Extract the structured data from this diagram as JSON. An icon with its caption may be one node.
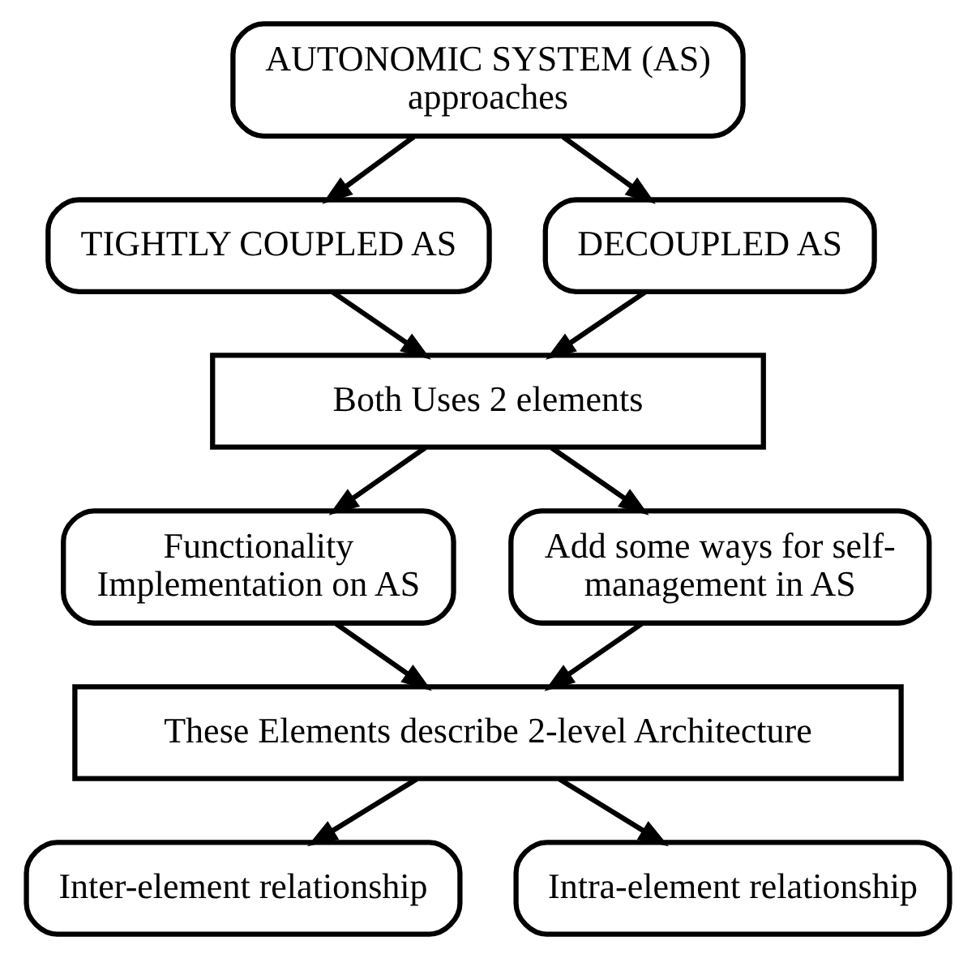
{
  "diagram": {
    "nodes": [
      {
        "text": [
          "AUTONOMIC SYSTEM (AS) approaches"
        ]
      },
      {
        "text": [
          "TIGHTLY COUPLED AS"
        ]
      },
      {
        "text": [
          "DECOUPLED AS"
        ]
      },
      {
        "text": [
          "Both Uses 2 elements"
        ]
      },
      {
        "text": [
          "Functionality Implementation on AS"
        ]
      },
      {
        "text": [
          "Add some ways for self-management in AS"
        ]
      },
      {
        "text": [
          "These Elements describe 2-level Architecture"
        ]
      },
      {
        "text": [
          "Inter-element relationship"
        ]
      },
      {
        "text": [
          "Intra-element relationship"
        ]
      }
    ],
    "edges": [
      {
        "from": 0,
        "to": 1,
        "arrow": "to"
      },
      {
        "from": 0,
        "to": 2,
        "arrow": "to"
      },
      {
        "from": 1,
        "to": 3,
        "arrow": "to"
      },
      {
        "from": 2,
        "to": 3,
        "arrow": "to"
      },
      {
        "from": 3,
        "to": 4,
        "arrow": "to"
      },
      {
        "from": 3,
        "to": 5,
        "arrow": "to"
      },
      {
        "from": 4,
        "to": 6,
        "arrow": "to"
      },
      {
        "from": 5,
        "to": 6,
        "arrow": "to"
      },
      {
        "from": 6,
        "to": 7,
        "arrow": "to"
      },
      {
        "from": 6,
        "to": 8,
        "arrow": "to"
      }
    ]
  }
}
